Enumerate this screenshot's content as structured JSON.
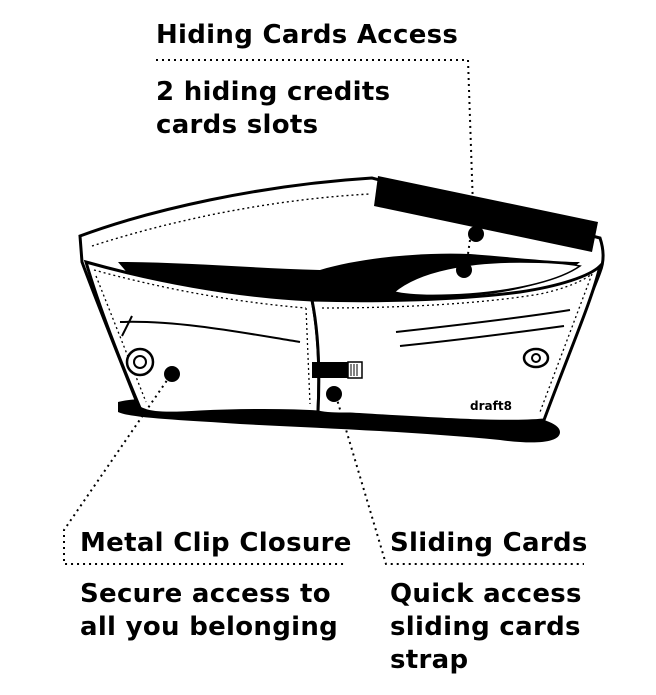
{
  "callouts": {
    "hiding": {
      "title": "Hiding Cards Access",
      "lines": [
        "2 hiding credits",
        "cards slots"
      ]
    },
    "clip": {
      "title": "Metal Clip Closure",
      "lines": [
        "Secure access to",
        "all you belonging"
      ]
    },
    "sliding": {
      "title": "Sliding Cards",
      "lines": [
        "Quick access",
        "sliding cards",
        "strap"
      ]
    }
  },
  "wallet": {
    "brand_label": "draft8",
    "icons": [
      "wallet-illustration",
      "snap-button-icon",
      "card-strap-icon"
    ]
  },
  "colors": {
    "ink": "#000000",
    "background": "#ffffff"
  }
}
